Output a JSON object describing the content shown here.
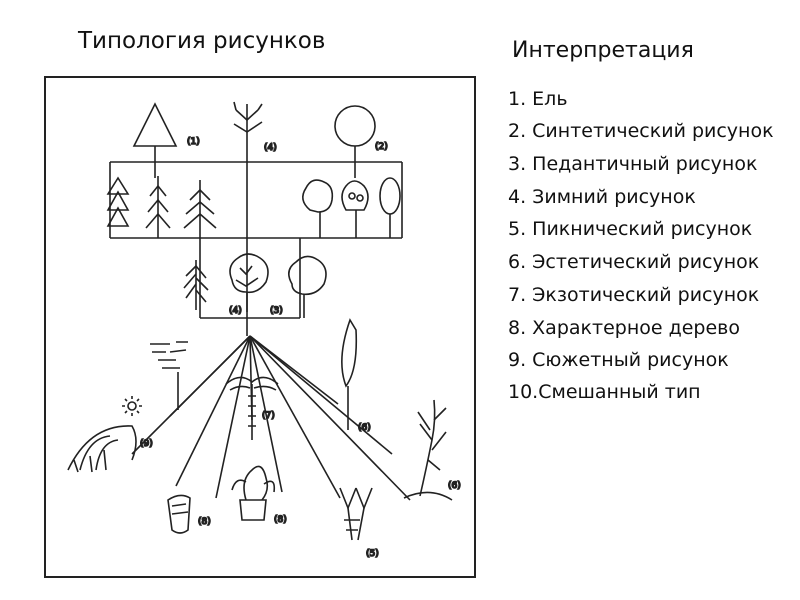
{
  "title_left": "Типология рисунков",
  "title_right": "Интерпретация",
  "legend": [
    "1. Ель",
    "2. Синтетический рисунок",
    "3. Педантичный рисунок",
    "4. Зимний рисунок",
    "5. Пикнический рисунок",
    "6. Эстетический рисунок",
    "7. Экзотический рисунок",
    "8. Характерное дерево",
    "9. Сюжетный рисунок",
    "10.Смешанный тип"
  ],
  "diagram_labels": {
    "l1": "(1)",
    "l4top": "(4)",
    "l2": "(2)",
    "l4mid": "(4)",
    "l3mid": "(3)",
    "l7": "(7)",
    "l6a": "(6)",
    "l6b": "(6)",
    "l9": "(9)",
    "l8a": "(8)",
    "l8b": "(8)",
    "l5": "(5)"
  }
}
